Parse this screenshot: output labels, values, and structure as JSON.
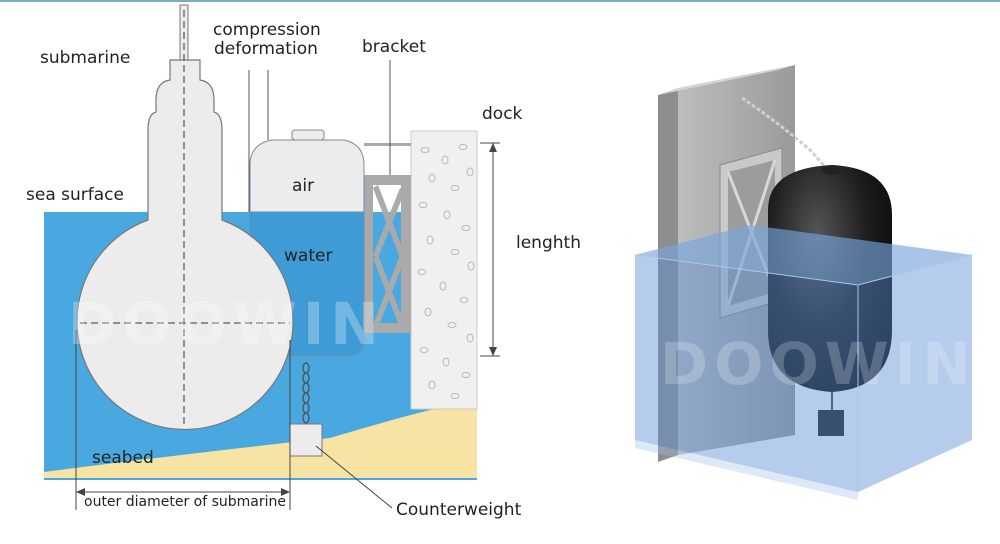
{
  "labels": {
    "submarine": "submarine",
    "compression": "compression",
    "deformation": "deformation",
    "bracket": "bracket",
    "dock": "dock",
    "sea_surface": "sea surface",
    "air": "air",
    "water": "water",
    "length": "lenghth",
    "seabed": "seabed",
    "outer_diameter": "outer diameter of submarine",
    "counterweight": "Counterweight"
  },
  "watermark": "DOOWIN",
  "colors": {
    "water": "#4aa8e0",
    "sand": "#f7e3a4",
    "hull": "#ececec",
    "concrete": "#f0f0f0",
    "bracket": "#aaaaaa",
    "fender_dark": "#111111",
    "accent_rule": "#7fa9c4"
  }
}
